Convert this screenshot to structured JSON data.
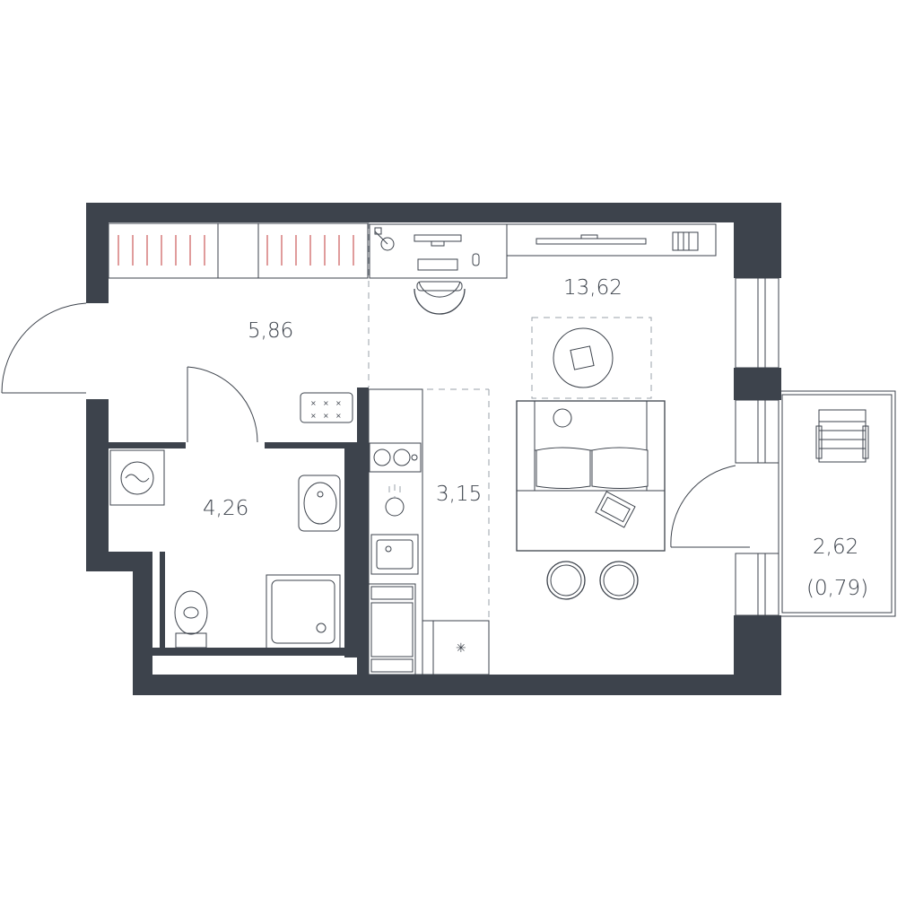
{
  "colors": {
    "wall": "#3d434c",
    "furniture_stroke": "#3d434c",
    "dashed": "#9aa0a8",
    "background": "#ffffff"
  },
  "rooms": {
    "hall": {
      "area": "5,86"
    },
    "bathroom": {
      "area": "4,26"
    },
    "kitchen": {
      "area": "3,15"
    },
    "living": {
      "area": "13,62"
    },
    "balcony": {
      "area": "2,62",
      "reduced_area": "(0,79)"
    }
  },
  "icons": [
    "wardrobe-icon",
    "desk-icon",
    "chair-icon",
    "tv-unit-icon",
    "rug-icon",
    "sofa-icon",
    "laptop-icon",
    "stool-icon",
    "washing-machine-icon",
    "sink-icon",
    "toilet-icon",
    "shower-icon",
    "stove-icon",
    "kitchen-sink-icon",
    "oven-icon",
    "fridge-icon",
    "balcony-chair-icon",
    "radiator-icon"
  ]
}
